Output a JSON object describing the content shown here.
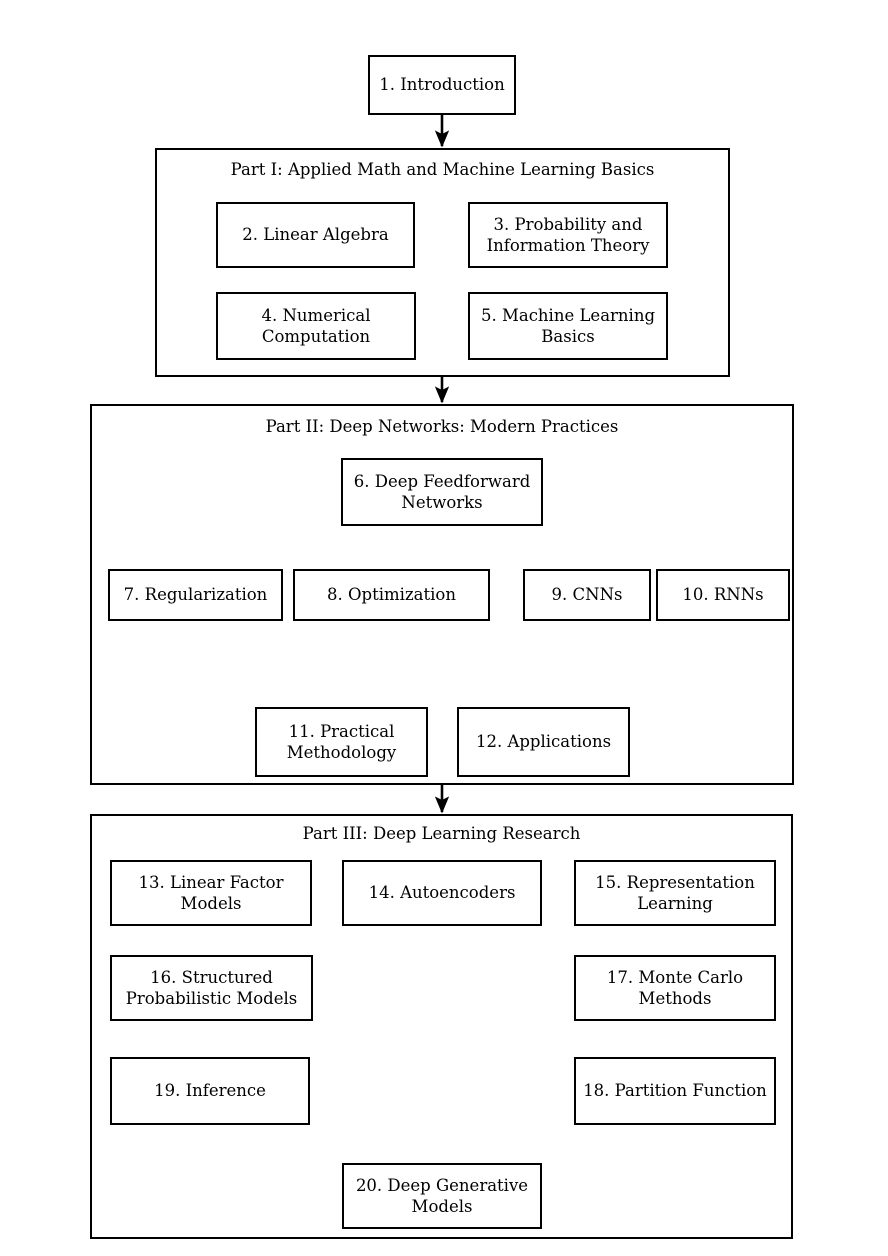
{
  "diagram": {
    "title": "Deep Learning book chapter dependency flowchart",
    "colors": {
      "stroke": "#000000",
      "fill": "#ffffff",
      "text": "#000000"
    }
  },
  "parts": [
    {
      "id": "part1",
      "label": "Part I: Applied Math and Machine Learning Basics"
    },
    {
      "id": "part2",
      "label": "Part II: Deep Networks: Modern Practices"
    },
    {
      "id": "part3",
      "label": "Part III: Deep Learning Research"
    }
  ],
  "nodes": [
    {
      "id": "ch1",
      "number": "1.",
      "label": "1. Introduction"
    },
    {
      "id": "ch2",
      "number": "2.",
      "label": "2. Linear Algebra"
    },
    {
      "id": "ch3",
      "number": "3.",
      "label": "3. Probability and Information Theory"
    },
    {
      "id": "ch4",
      "number": "4.",
      "label": "4. Numerical Computation"
    },
    {
      "id": "ch5",
      "number": "5.",
      "label": "5. Machine Learning Basics"
    },
    {
      "id": "ch6",
      "number": "6.",
      "label": "6. Deep Feedforward Networks"
    },
    {
      "id": "ch7",
      "number": "7.",
      "label": "7. Regularization"
    },
    {
      "id": "ch8",
      "number": "8.",
      "label": "8. Optimization"
    },
    {
      "id": "ch9",
      "number": "9.",
      "label": "9.  CNNs"
    },
    {
      "id": "ch10",
      "number": "10.",
      "label": "10.  RNNs"
    },
    {
      "id": "ch11",
      "number": "11.",
      "label": "11. Practical Methodology"
    },
    {
      "id": "ch12",
      "number": "12.",
      "label": "12. Applications"
    },
    {
      "id": "ch13",
      "number": "13.",
      "label": "13. Linear Factor Models"
    },
    {
      "id": "ch14",
      "number": "14.",
      "label": "14. Autoencoders"
    },
    {
      "id": "ch15",
      "number": "15.",
      "label": "15. Representation Learning"
    },
    {
      "id": "ch16",
      "number": "16.",
      "label": "16. Structured Probabilistic Models"
    },
    {
      "id": "ch17",
      "number": "17.",
      "label": "17. Monte Carlo Methods"
    },
    {
      "id": "ch18",
      "number": "18.",
      "label": "18. Partition Function"
    },
    {
      "id": "ch19",
      "number": "19.",
      "label": "19. Inference"
    },
    {
      "id": "ch20",
      "number": "20.",
      "label": "20. Deep Generative Models"
    }
  ],
  "edges": [
    {
      "from": "ch1",
      "to": "part1"
    },
    {
      "from": "ch2",
      "to": "ch3"
    },
    {
      "from": "ch2",
      "to": "ch4"
    },
    {
      "from": "ch3",
      "to": "ch5"
    },
    {
      "from": "ch4",
      "to": "ch5"
    },
    {
      "from": "part1",
      "to": "part2"
    },
    {
      "from": "ch6",
      "to": "ch7"
    },
    {
      "from": "ch6",
      "to": "ch8"
    },
    {
      "from": "ch6",
      "to": "ch9"
    },
    {
      "from": "ch6",
      "to": "ch10"
    },
    {
      "from": "ch7",
      "to": "ch11"
    },
    {
      "from": "ch7",
      "to": "ch12"
    },
    {
      "from": "ch8",
      "to": "ch11"
    },
    {
      "from": "ch8",
      "to": "ch12"
    },
    {
      "from": "ch9",
      "to": "ch11"
    },
    {
      "from": "ch9",
      "to": "ch12"
    },
    {
      "from": "ch10",
      "to": "ch11"
    },
    {
      "from": "ch10",
      "to": "ch12"
    },
    {
      "from": "part2",
      "to": "part3"
    },
    {
      "from": "ch13",
      "to": "ch14"
    },
    {
      "from": "ch13",
      "to": "ch16"
    },
    {
      "from": "ch14",
      "to": "ch15"
    },
    {
      "from": "ch14",
      "to": "ch20"
    },
    {
      "from": "ch16",
      "to": "ch17"
    },
    {
      "from": "ch16",
      "to": "ch19"
    },
    {
      "from": "ch17",
      "to": "ch18"
    },
    {
      "from": "ch18",
      "to": "ch20"
    },
    {
      "from": "ch19",
      "to": "ch20"
    }
  ]
}
